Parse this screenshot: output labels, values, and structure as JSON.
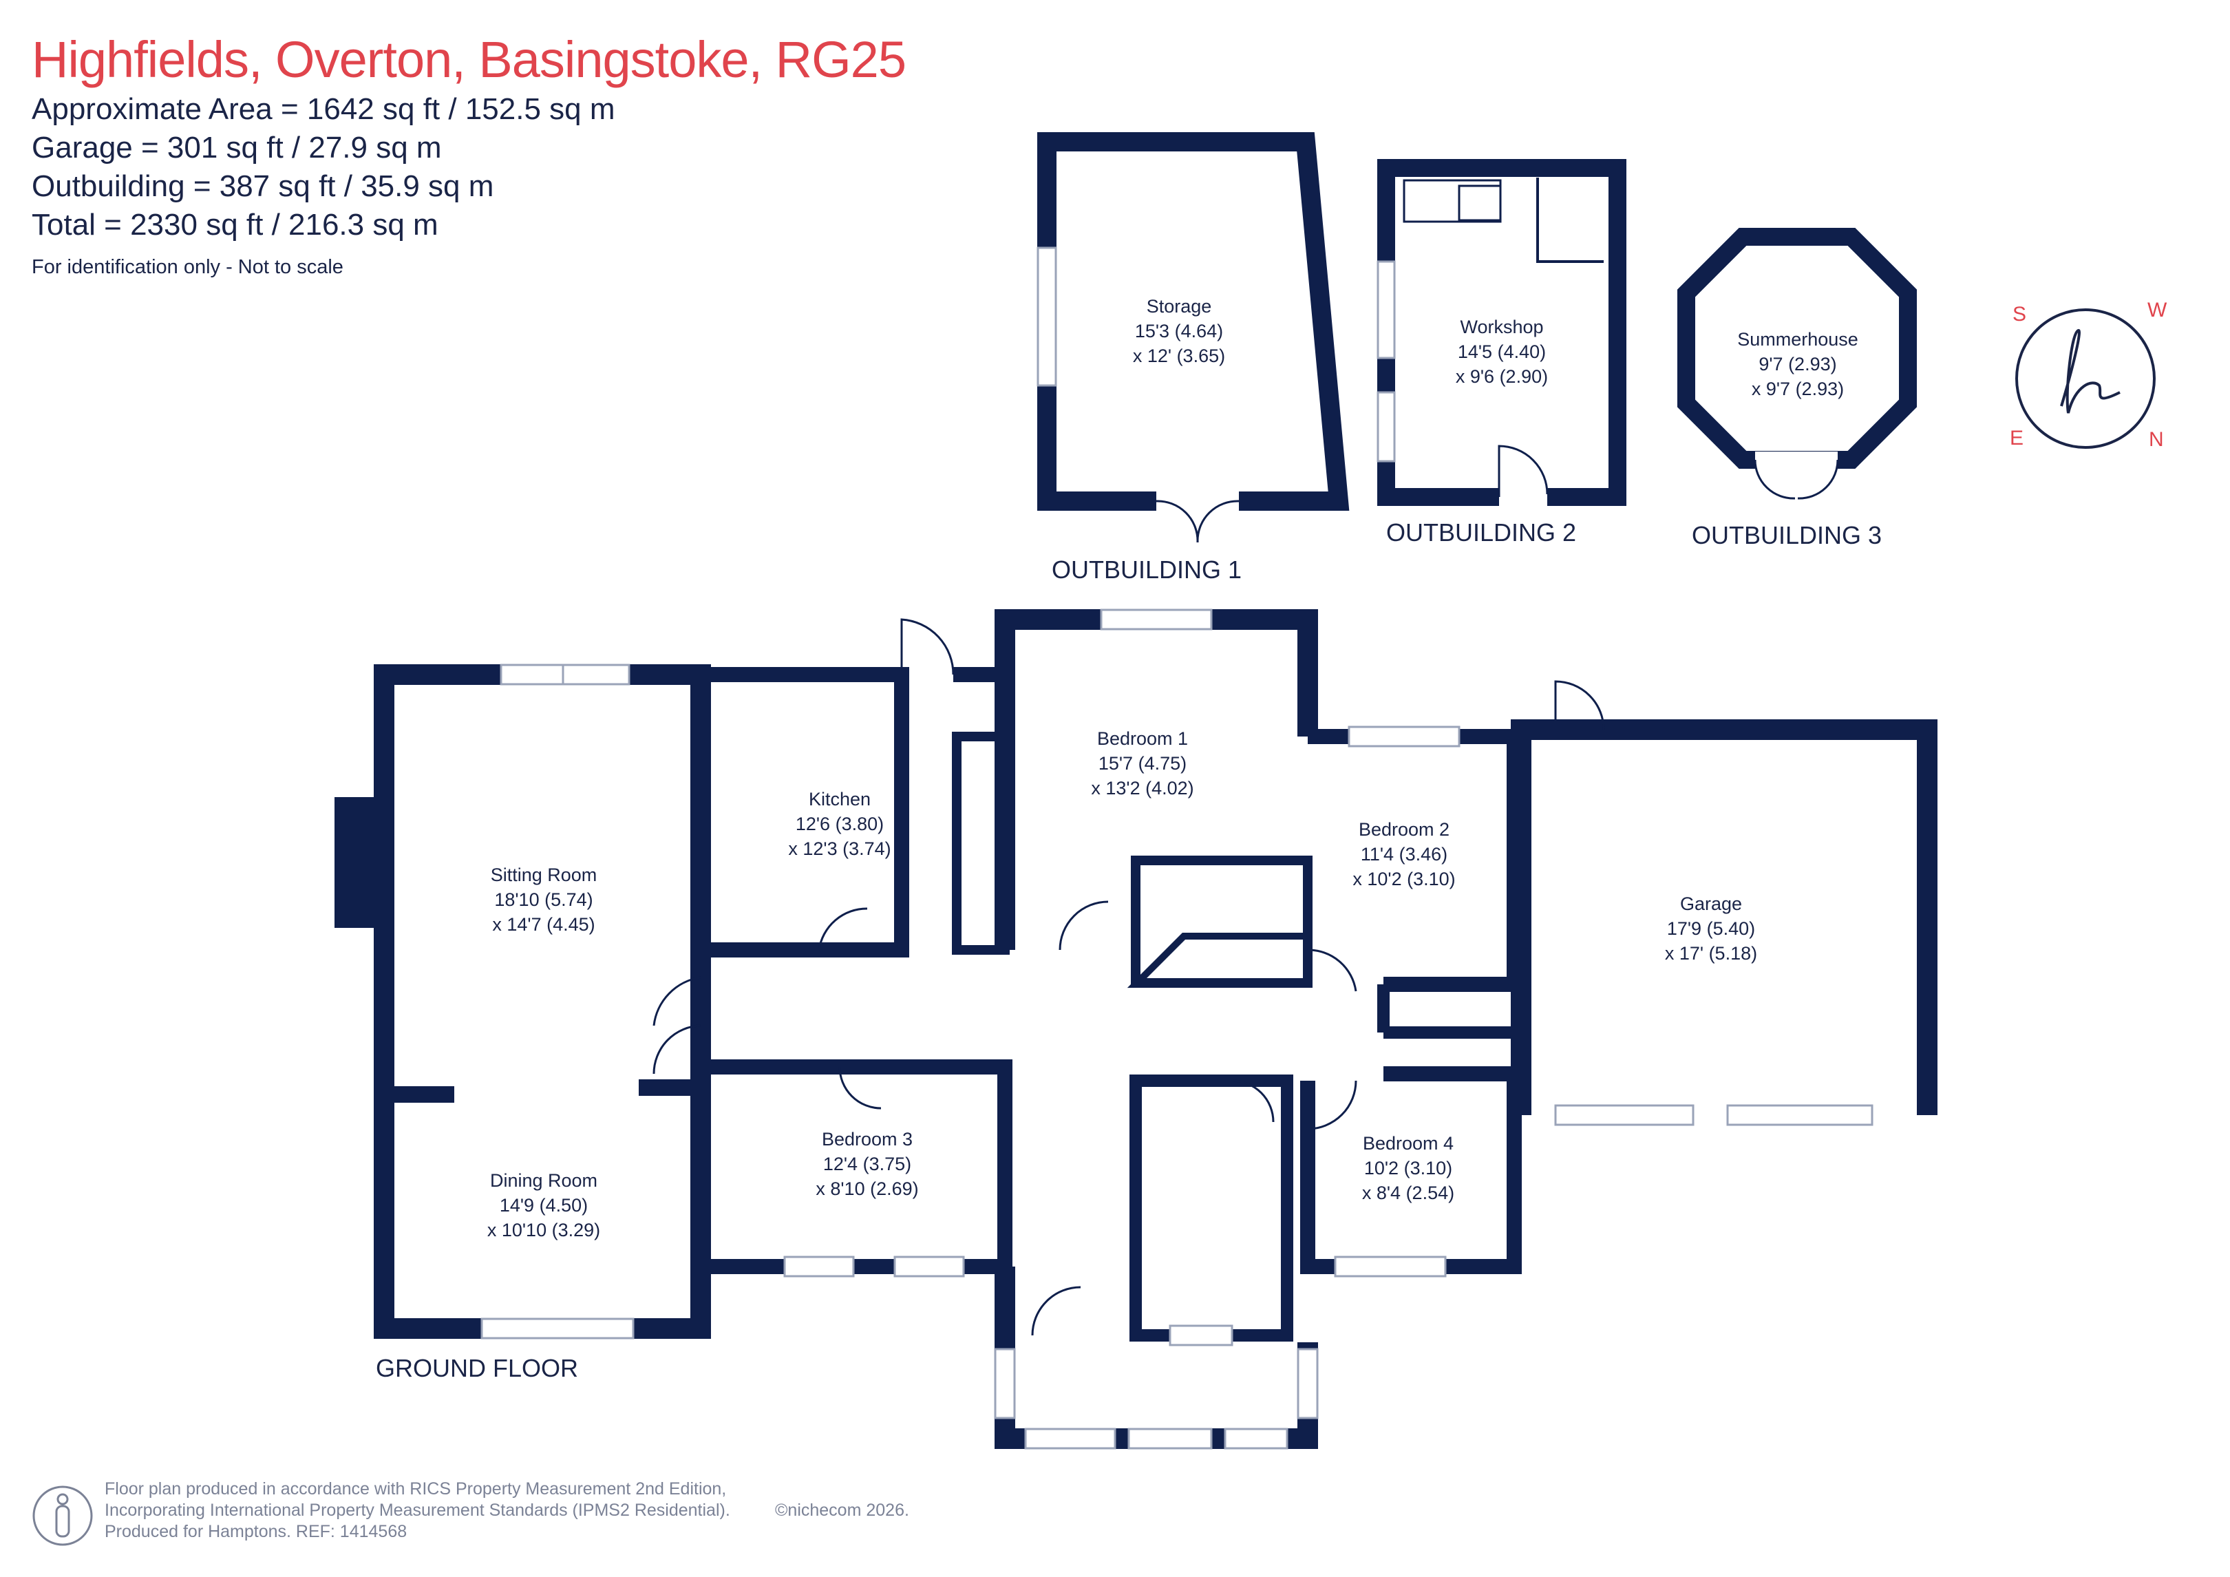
{
  "header": {
    "title": "Highfields, Overton, Basingstoke, RG25",
    "areas": [
      "Approximate Area = 1642 sq ft / 152.5 sq m",
      "Garage = 301 sq ft / 27.9 sq m",
      "Outbuilding = 387 sq ft / 35.9 sq m",
      "Total = 2330 sq ft / 216.3 sq m"
    ],
    "disclaimer": "For identification only - Not to scale"
  },
  "rooms": {
    "storage": {
      "name": "Storage",
      "dim1": "15'3 (4.64)",
      "dim2": "x 12' (3.65)"
    },
    "workshop": {
      "name": "Workshop",
      "dim1": "14'5 (4.40)",
      "dim2": "x 9'6 (2.90)"
    },
    "summerhouse": {
      "name": "Summerhouse",
      "dim1": "9'7 (2.93)",
      "dim2": "x 9'7 (2.93)"
    },
    "sitting": {
      "name": "Sitting Room",
      "dim1": "18'10 (5.74)",
      "dim2": "x 14'7 (4.45)"
    },
    "dining": {
      "name": "Dining Room",
      "dim1": "14'9 (4.50)",
      "dim2": "x 10'10 (3.29)"
    },
    "kitchen": {
      "name": "Kitchen",
      "dim1": "12'6 (3.80)",
      "dim2": "x 12'3 (3.74)"
    },
    "bed1": {
      "name": "Bedroom 1",
      "dim1": "15'7 (4.75)",
      "dim2": "x 13'2 (4.02)"
    },
    "bed2": {
      "name": "Bedroom 2",
      "dim1": "11'4 (3.46)",
      "dim2": "x 10'2 (3.10)"
    },
    "bed3": {
      "name": "Bedroom 3",
      "dim1": "12'4 (3.75)",
      "dim2": "x 8'10 (2.69)"
    },
    "bed4": {
      "name": "Bedroom 4",
      "dim1": "10'2 (3.10)",
      "dim2": "x 8'4 (2.54)"
    },
    "garage": {
      "name": "Garage",
      "dim1": "17'9 (5.40)",
      "dim2": "x 17' (5.18)"
    }
  },
  "floor_labels": {
    "outbuilding1": "OUTBUILDING 1",
    "outbuilding2": "OUTBUILDING 2",
    "outbuilding3": "OUTBUILDING 3",
    "ground": "GROUND FLOOR"
  },
  "compass": {
    "letters": [
      "S",
      "W",
      "N",
      "E"
    ],
    "logo": "h"
  },
  "footer": {
    "lines": [
      "Floor plan produced in accordance with RICS Property Measurement 2nd Edition,",
      "Incorporating International Property Measurement Standards (IPMS2 Residential).",
      "Produced for Hamptons.   REF: 1414568"
    ],
    "copyright": "©nichecom 2026."
  },
  "colors": {
    "wall": "#0f1f4b",
    "title": "#e0444c",
    "text": "#1a2447",
    "footer": "#7b8296"
  }
}
